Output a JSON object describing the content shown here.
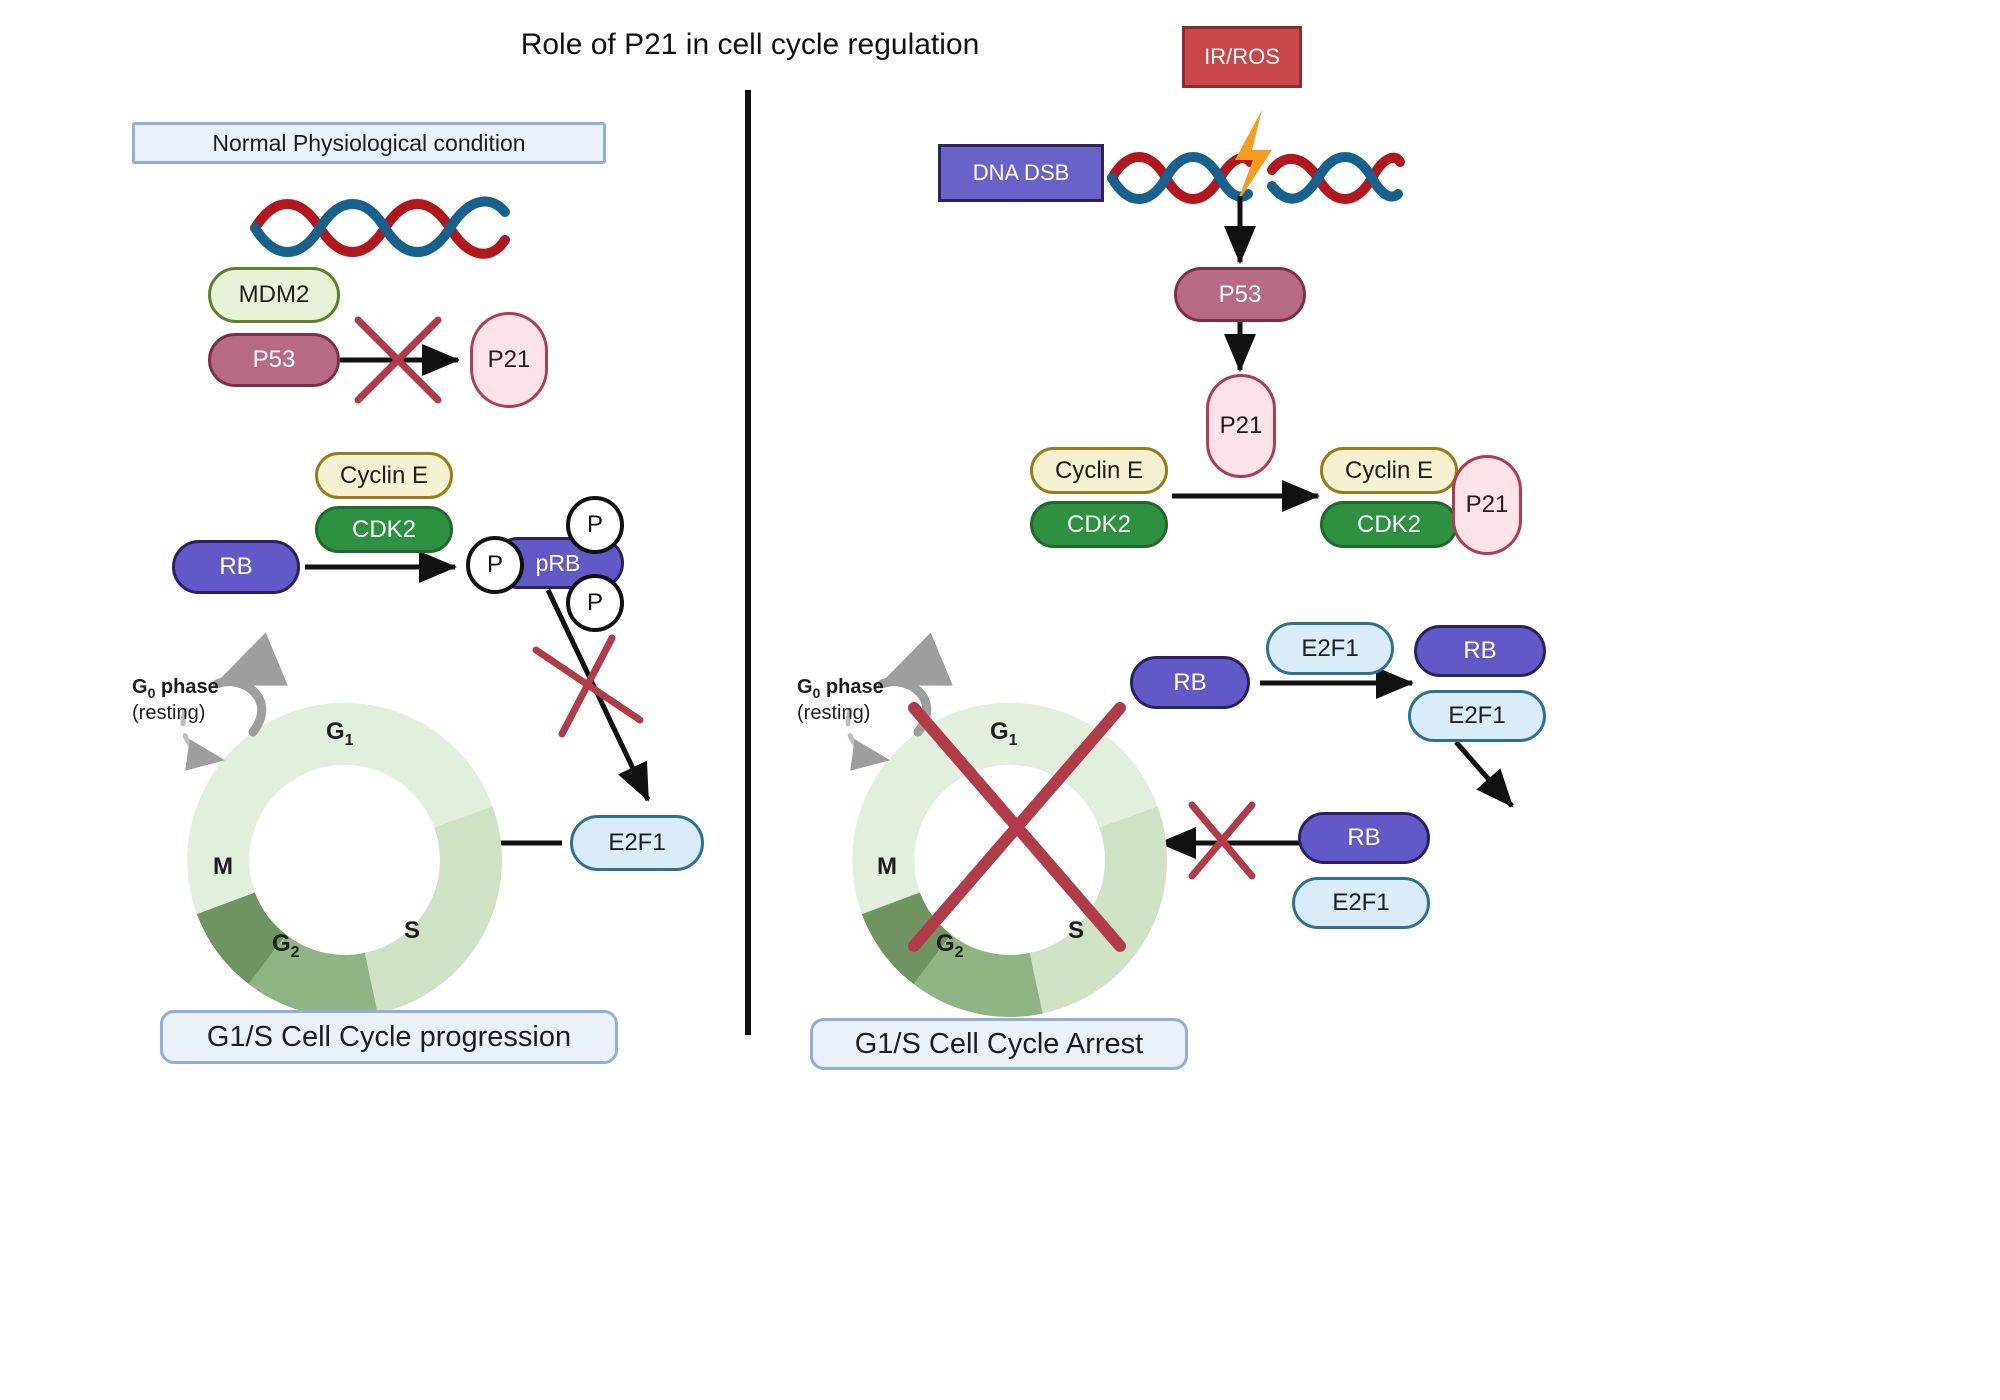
{
  "title": "Role of P21 in cell cycle regulation",
  "colors": {
    "mdm2_fill": "#e8f2d8",
    "mdm2_stroke": "#5d8229",
    "p53_fill": "#b76a85",
    "p53_stroke": "#7d2f49",
    "p21_fill": "#fbe3e8",
    "p21_stroke": "#b23b52",
    "cyclin_e_fill": "#f4f2d2",
    "cyclin_e_stroke": "#9a7b16",
    "cdk2_fill": "#2e9142",
    "cdk2_stroke": "#1d6b2b",
    "rb_fill": "#6258c8",
    "rb_stroke": "#2b2160",
    "e2f1_fill": "#daecf7",
    "e2f1_stroke": "#2c7296",
    "ir_ros_fill": "#c9474a",
    "ir_ros_stroke": "#8f2b2e",
    "dna_dsb_fill": "#6a62c9",
    "dna_dsb_stroke": "#2d245f",
    "banner_fill": "#eaf1fb",
    "banner_stroke": "#93aed8",
    "block_x": "#b23b4a",
    "arrow": "#111111",
    "dna_strand_blue": "#17618f",
    "dna_strand_red": "#b3161c",
    "lightning": "#f59c1a",
    "ring_g1": "#e2efdc",
    "ring_s": "#cfe2c6",
    "ring_g2": "#8fb382",
    "ring_m": "#6f9462",
    "g0_arrow": "#9e9e9e"
  },
  "left_panel": {
    "header": "Normal Physiological condition",
    "footer": "G1/S Cell Cycle progression",
    "nodes": {
      "mdm2": "MDM2",
      "p53": "P53",
      "p21": "P21",
      "cyclin_e": "Cyclin E",
      "cdk2": "CDK2",
      "rb": "RB",
      "prb": "pRB",
      "e2f1": "E2F1",
      "phospho_1": "P",
      "phospho_2": "P",
      "phospho_3": "P"
    },
    "cell_cycle": {
      "g0_label_bold": "G",
      "g0_label_sub": "0",
      "g0_label_rest": " phase",
      "g0_label_second": "(resting)",
      "phases": [
        "G1",
        "S",
        "G2",
        "M"
      ]
    }
  },
  "right_panel": {
    "nodes": {
      "ir_ros": "IR/ROS",
      "dna_dsb": "DNA DSB",
      "p53": "P53",
      "p21_top": "P21",
      "cyclin_e_left": "Cyclin E",
      "cdk2_left": "CDK2",
      "cyclin_e_right": "Cyclin E",
      "cdk2_right": "CDK2",
      "p21_complex": "P21",
      "rb_free": "RB",
      "e2f1_free": "E2F1",
      "rb_bound_top": "RB",
      "e2f1_bound_top": "E2F1",
      "rb_bound_low": "RB",
      "e2f1_bound_low": "E2F1"
    },
    "footer": "G1/S Cell Cycle Arrest",
    "cell_cycle": {
      "g0_label_bold": "G",
      "g0_label_sub": "0",
      "g0_label_rest": " phase",
      "g0_label_second": "(resting)",
      "phases": [
        "G1",
        "S",
        "G2",
        "M"
      ]
    }
  },
  "icons": {
    "dna_helix": "dna-double-helix-icon",
    "lightning_bolt": "lightning-bolt-icon",
    "block_cross": "block-cross-icon",
    "arrow": "arrow-icon",
    "cell_cycle_ring": "cell-cycle-ring-icon"
  }
}
